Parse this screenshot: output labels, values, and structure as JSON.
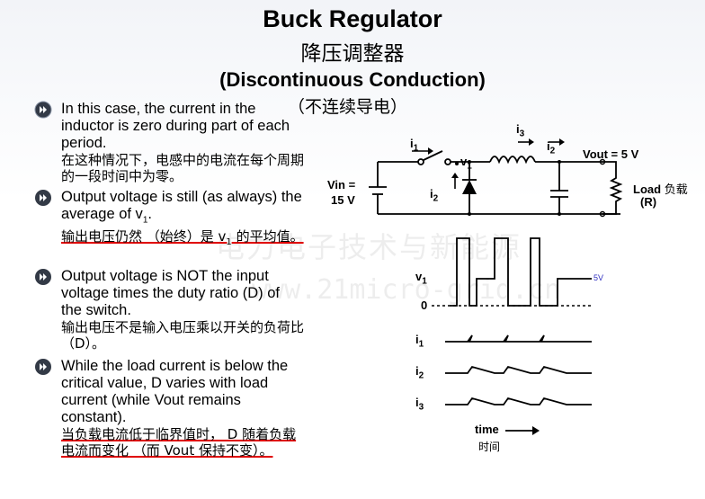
{
  "title": "Buck Regulator",
  "title_zh": "降压调整器",
  "subtitle": "(Discontinuous Conduction)",
  "subtitle_zh": "（不连续导电）",
  "bullets": [
    {
      "en": "In this case, the current in the inductor is zero during part of each period.",
      "zh": "在这种情况下，电感中的电流在每个周期的一段时间中为零。"
    },
    {
      "en_pre": "Output voltage is still (as always) the average of v",
      "en_sub": "1",
      "en_post": ".",
      "zh_pre": "输出电压仍然 （始终）是  v",
      "zh_sub": "1",
      "zh_post": " 的平均值。"
    },
    {
      "en": "Output voltage is NOT the input voltage times the duty ratio (D) of the switch.",
      "zh": "输出电压不是输入电压乘以开关的负荷比 （D）。"
    },
    {
      "en": "While the load current is below the critical value, D varies with load current (while Vout remains constant).",
      "zh": "当负载电流低于临界值时， D 随着负载电流而变化 （而  Vout 保持不变）。"
    }
  ],
  "circuit": {
    "i1": "i",
    "i1_sub": "1",
    "i2": "i",
    "i2_sub": "2",
    "i3": "i",
    "i3_sub": "3",
    "v1": "v",
    "v1_sub": "1",
    "vout": "Vout  = 5 V",
    "vin": "Vin =",
    "vin_val": "15 V",
    "load": "Load",
    "load_zh": "负载",
    "load_r": "(R)"
  },
  "waveforms": {
    "v1": "v",
    "v1_sub": "1",
    "zero": "0",
    "five_v": "5V",
    "i1": "i",
    "i1_sub": "1",
    "i2": "i",
    "i2_sub": "2",
    "i3": "i",
    "i3_sub": "3",
    "time": "time",
    "time_zh": "时间"
  },
  "watermark": {
    "zh": "电力电子技术与新能源",
    "url": "www.21micro-grid.cn"
  },
  "colors": {
    "underline": "#e00000",
    "bullet": "#333a46",
    "five_v": "#3030c0"
  }
}
